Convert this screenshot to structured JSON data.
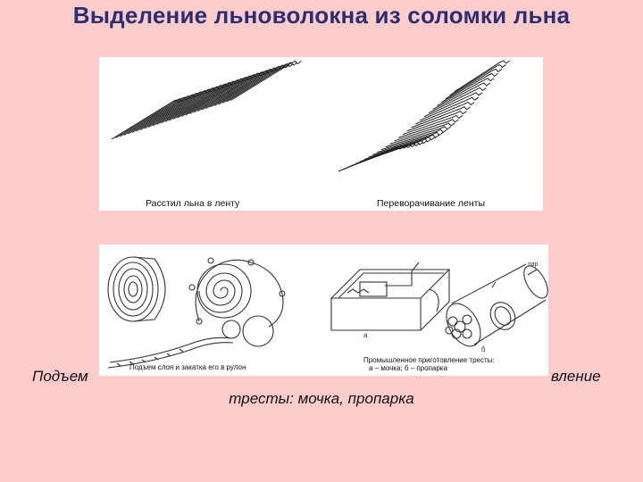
{
  "slide": {
    "title": "Выделение льноволокна из соломки льна",
    "caption_line1_left": "Подъем",
    "caption_line1_right": "вление",
    "caption_line2": "тресты: мочка, пропарка"
  },
  "figure_top": {
    "label_left": "Расстил льна в ленту",
    "label_right": "Переворачивание ленты"
  },
  "figure_bottom": {
    "label_left": "Подъем слоя и закатка его в рулон",
    "label_right_line1": "Промышленное приготовление тресты:",
    "label_right_line2": "а – мочка; б – пропарка",
    "mark_a": "а",
    "mark_b": "б",
    "mark_steam": "пар"
  }
}
